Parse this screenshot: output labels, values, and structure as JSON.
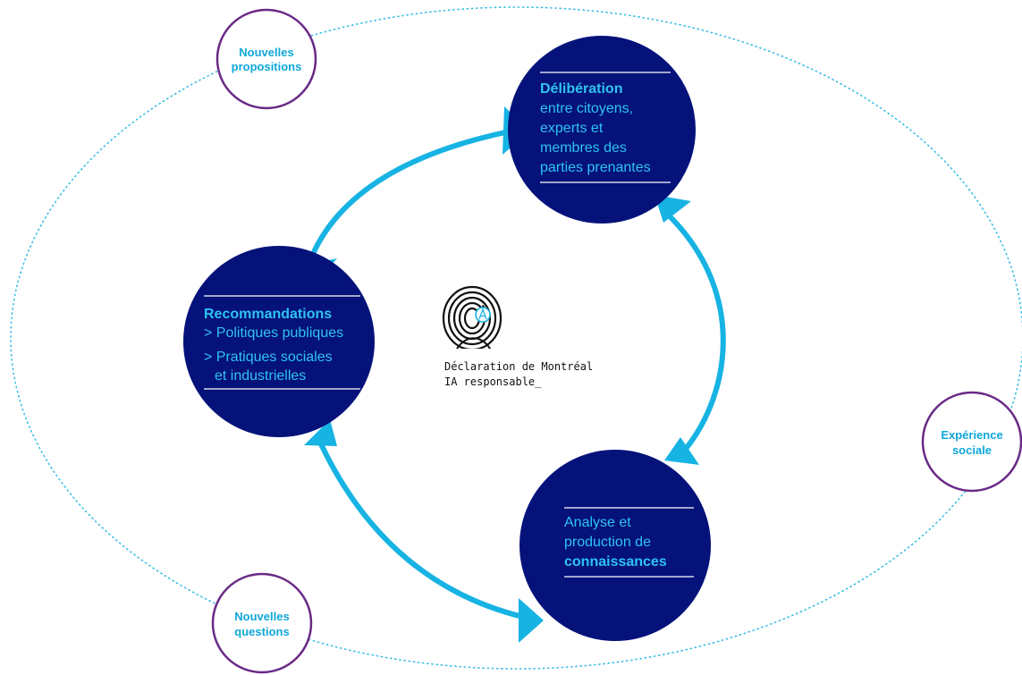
{
  "colors": {
    "node_fill": "#04127a",
    "node_text": "#2fc3f0",
    "arrow": "#16b3e3",
    "satellite_border": "#6a2a86",
    "satellite_text": "#0fa7da",
    "orbit": "#3bbde6",
    "logo": "#111111"
  },
  "nodes": {
    "deliberation": {
      "title": "Délibération",
      "line1": "entre citoyens,",
      "line2": "experts et",
      "line3": "membres des",
      "line4": "parties prenantes"
    },
    "recommandations": {
      "title": "Recommandations",
      "item1": "> Politiques publiques",
      "item2a": "> Pratiques sociales",
      "item2b": "et industrielles"
    },
    "analyse": {
      "line1": "Analyse et",
      "line2": "production de",
      "title": "connaissances"
    }
  },
  "satellites": {
    "nouvelles_propositions": {
      "line1": "Nouvelles",
      "line2": "propositions"
    },
    "experience_sociale": {
      "line1": "Expérience",
      "line2": "sociale"
    },
    "nouvelles_questions": {
      "line1": "Nouvelles",
      "line2": "questions"
    }
  },
  "logo": {
    "icon": "fingerprint-icon",
    "line1": "Déclaration de Montréal",
    "line2": "IA responsable_"
  }
}
